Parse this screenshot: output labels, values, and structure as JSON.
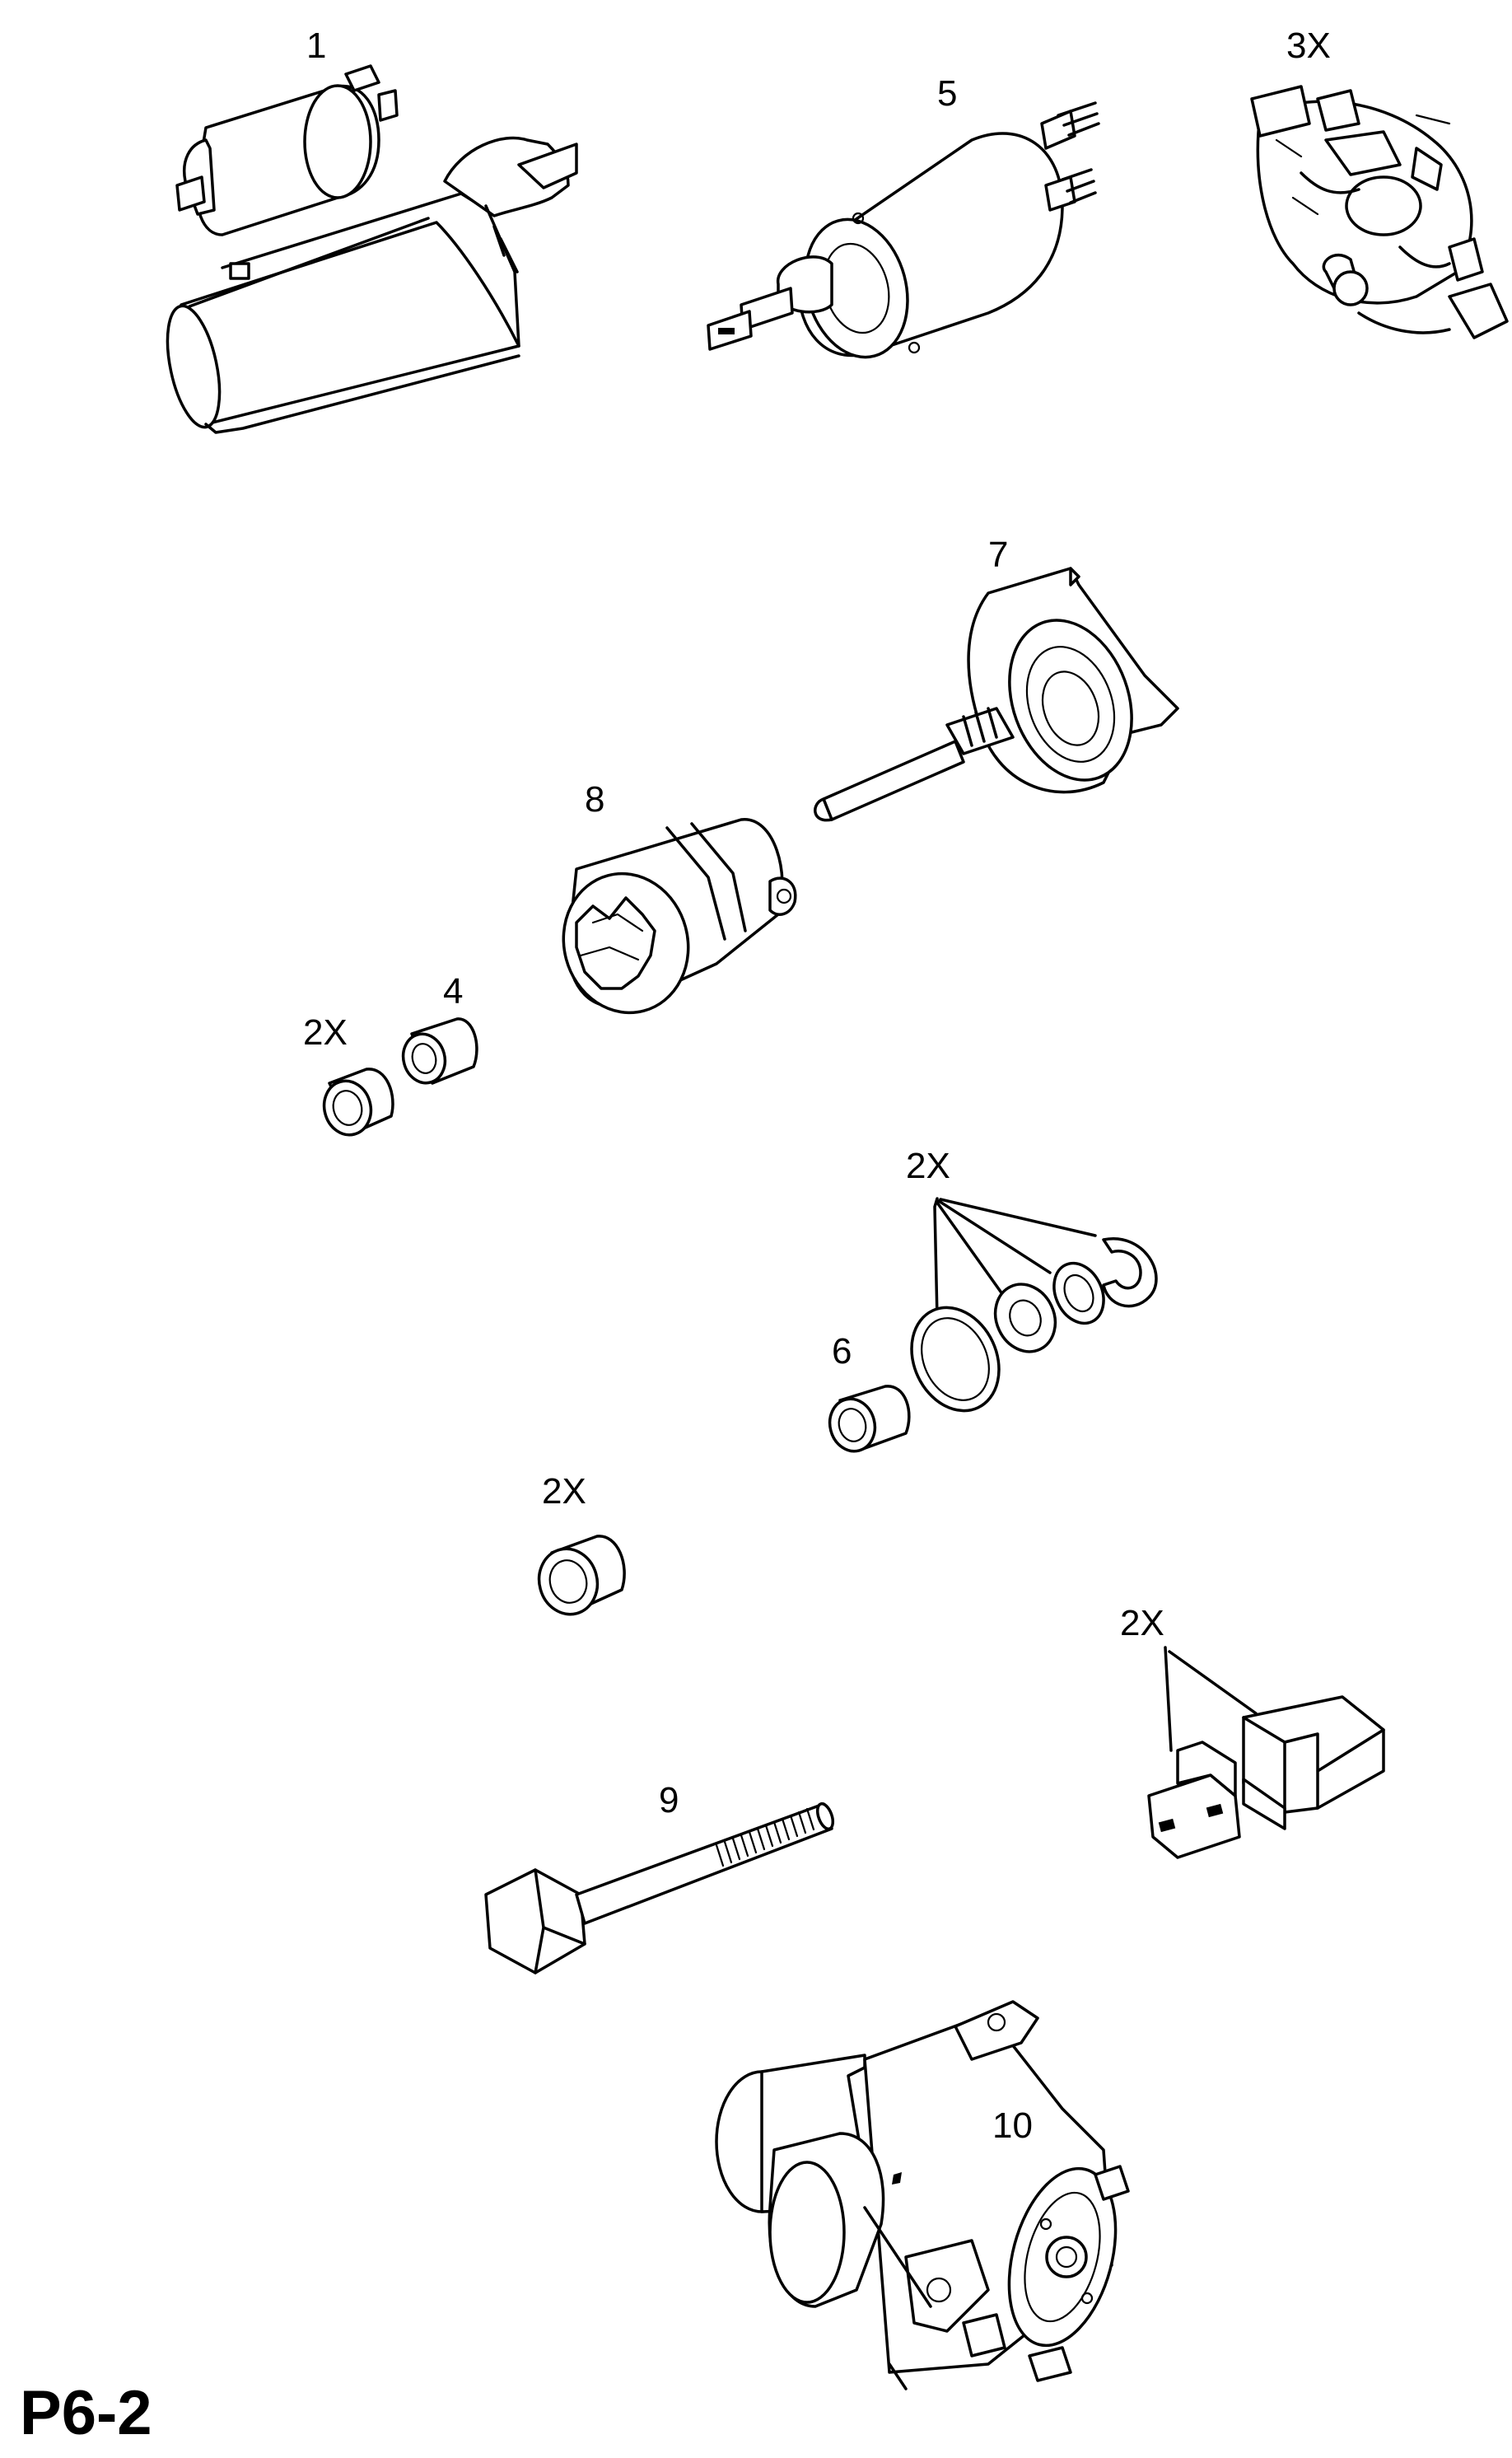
{
  "page_code": "P6-2",
  "callouts": {
    "starter_motor": "1",
    "solenoid_switch": "5",
    "brush_holder": "3X",
    "drive_end_bracket": "7",
    "pinion_drive": "8",
    "bushing": "4",
    "bushing_qty": "2X",
    "retaining_set_qty": "2X",
    "bushing_6": "6",
    "seal_ring_qty": "2X",
    "terminal_cover_qty": "2X",
    "through_bolt": "9",
    "starter_assembly": "10"
  }
}
